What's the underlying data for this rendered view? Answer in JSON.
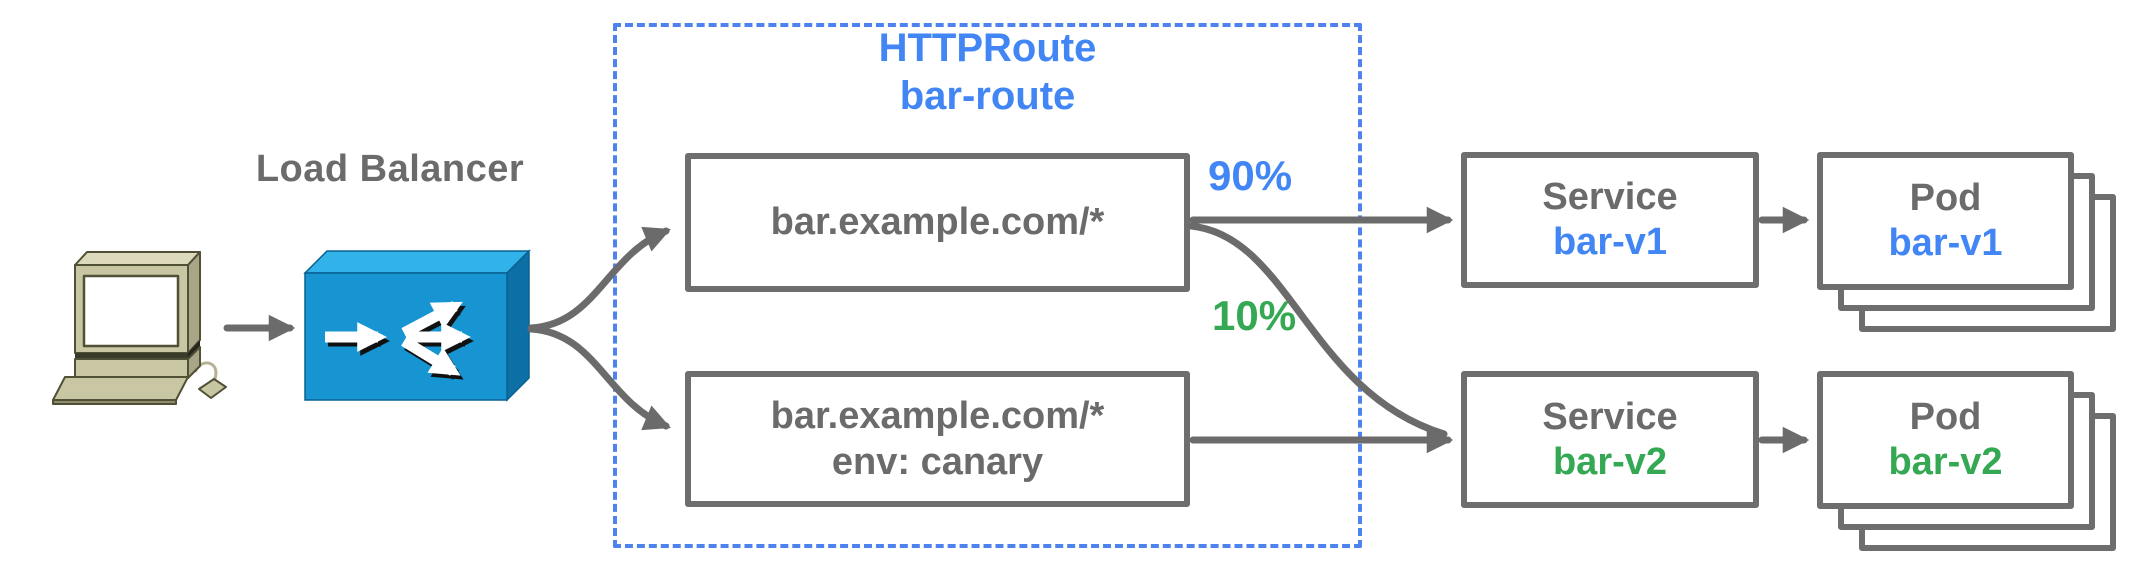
{
  "client": {
    "icon": "desktop-computer-icon"
  },
  "load_balancer": {
    "label": "Load Balancer",
    "icon": "load-balancer-fanout-icon"
  },
  "httproute": {
    "kind": "HTTPRoute",
    "name": "bar-route",
    "rules": [
      {
        "lines": [
          "bar.example.com/*"
        ]
      },
      {
        "lines": [
          "bar.example.com/*",
          "env: canary"
        ]
      }
    ]
  },
  "traffic_split": {
    "v1_weight": "90%",
    "v2_weight": "10%"
  },
  "services": [
    {
      "kind": "Service",
      "name": "bar-v1"
    },
    {
      "kind": "Service",
      "name": "bar-v2"
    }
  ],
  "pods": [
    {
      "kind": "Pod",
      "name": "bar-v1"
    },
    {
      "kind": "Pod",
      "name": "bar-v2"
    }
  ],
  "colors": {
    "blue_accent": "#4285f4",
    "green_accent": "#34a853",
    "gray_text": "#6b6b6b",
    "box_border": "#6e6e6e",
    "dashed_border": "#4e82ee",
    "lb_front": "#1794d2",
    "lb_top": "#31b3ea",
    "lb_side": "#0c6fa6"
  }
}
